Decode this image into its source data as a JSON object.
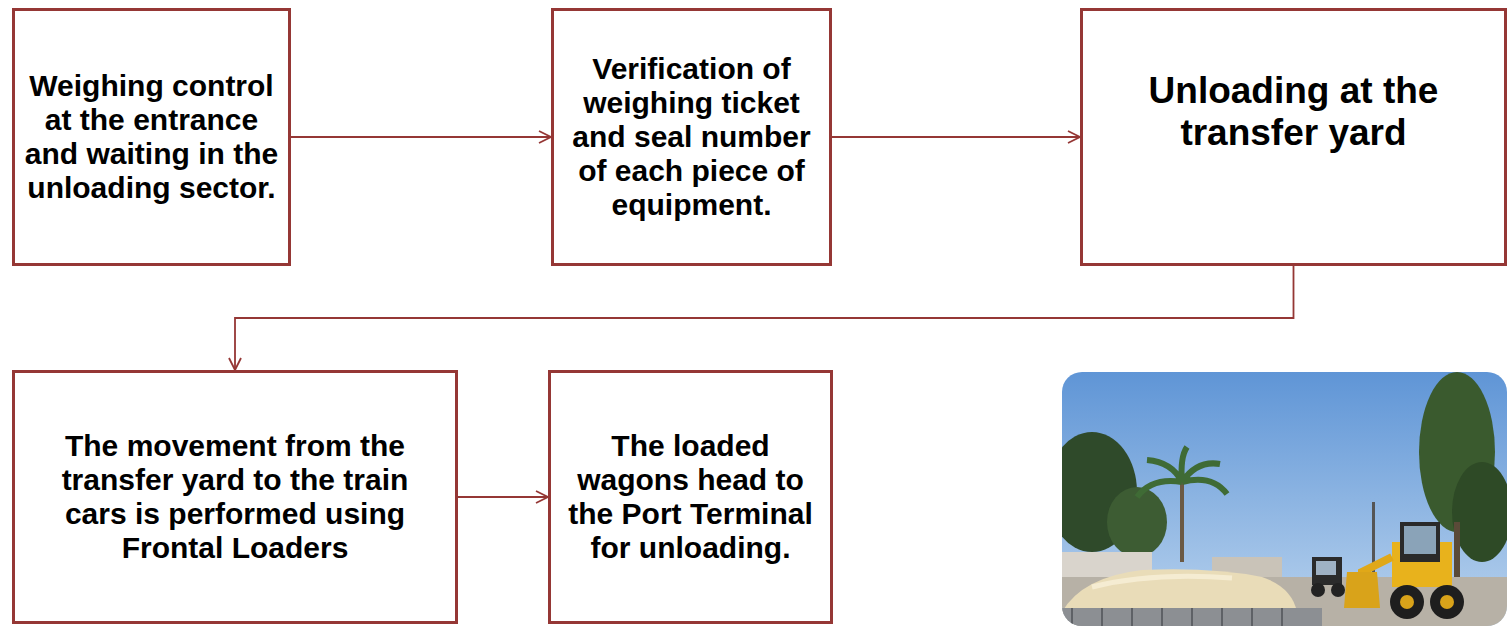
{
  "diagram": {
    "nodes": [
      {
        "text": [
          "Weighing control at the entrance and waiting in the unloading sector."
        ]
      },
      {
        "text": [
          "Verification of weighing ticket and seal number of each piece of equipment."
        ]
      },
      {
        "text": [
          "Unloading at the transfer yard"
        ]
      },
      {
        "text": [
          "The movement from the transfer yard to the train cars is performed using Frontal Loaders"
        ]
      },
      {
        "text": [
          "The loaded wagons head to the Port Terminal for unloading."
        ]
      }
    ],
    "edges": [
      {
        "from": 0,
        "to": 1,
        "arrow": "to"
      },
      {
        "from": 1,
        "to": 2,
        "arrow": "to"
      },
      {
        "from": 2,
        "to": 3,
        "arrow": "to"
      },
      {
        "from": 3,
        "to": 4,
        "arrow": "to"
      }
    ]
  }
}
